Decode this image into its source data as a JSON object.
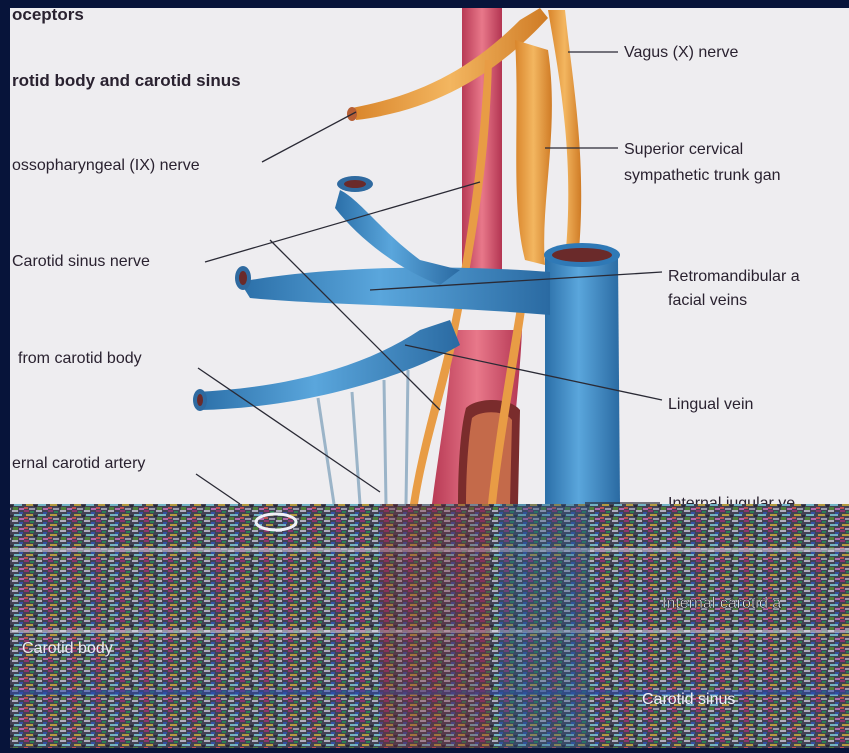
{
  "texts": {
    "heading": "oceptors",
    "subheading": "rotid body and carotid sinus",
    "glossopharyngeal": "ossopharyngeal (IX) nerve",
    "carotid_sinus_nerve": "Carotid sinus nerve",
    "from_carotid_body": "from carotid body",
    "external_carotid": "ernal carotid artery",
    "vagus": "Vagus (X) nerve",
    "superior_cervical_1": "Superior cervical",
    "superior_cervical_2": "sympathetic trunk gan",
    "retromandibular_1": "Retromandibular a",
    "retromandibular_2": "facial veins",
    "lingual_vein": "Lingual vein",
    "internal_jugular": "Internal jugular ve",
    "internal_carotid": "Internal carotid a",
    "carotid_sinus": "Carotid sinus",
    "carotid_body": "Carotid body"
  },
  "colors": {
    "frame": "#07143a",
    "paper": "#eeedf0",
    "vein": "#3e8cc8",
    "artery": "#d8506a",
    "nerve": "#e8a040",
    "text": "#2a2230"
  }
}
